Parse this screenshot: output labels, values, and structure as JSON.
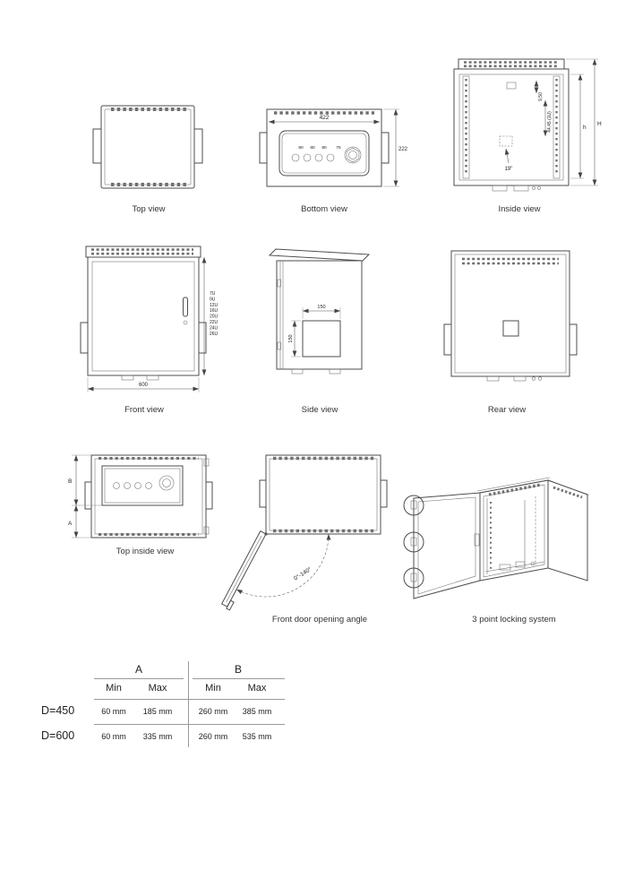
{
  "views": {
    "top": {
      "caption": "Top view"
    },
    "bottom": {
      "caption": "Bottom view",
      "width": "422",
      "height": "222",
      "spacings": [
        "80",
        "80",
        "80",
        "75"
      ]
    },
    "inside": {
      "caption": "Inside view",
      "dim_rail": "9,50",
      "dim_unit": "44,45 (1U)",
      "dim_rack": "19\"",
      "dim_inner_height": "h",
      "dim_outer_height": "H"
    },
    "front": {
      "caption": "Front view",
      "width": "600",
      "rack_units": [
        "7U",
        "9U",
        "12U",
        "16U",
        "20U",
        "22U",
        "24U",
        "26U"
      ]
    },
    "side": {
      "caption": "Side view",
      "cutout_width": "150",
      "cutout_height": "150"
    },
    "rear": {
      "caption": "Rear view"
    },
    "top_inside": {
      "caption": "Top inside view",
      "dim_a": "A",
      "dim_b": "B"
    },
    "door_angle": {
      "caption": "Front door opening angle",
      "angle": "0°-140°"
    },
    "locking": {
      "caption": "3 point locking system"
    }
  },
  "table": {
    "group_a": "A",
    "group_b": "B",
    "min_label": "Min",
    "max_label": "Max",
    "rows": [
      {
        "label": "D=450",
        "a_min": "60 mm",
        "a_max": "185 mm",
        "b_min": "260 mm",
        "b_max": "385 mm"
      },
      {
        "label": "D=600",
        "a_min": "60 mm",
        "a_max": "335 mm",
        "b_min": "260 mm",
        "b_max": "535 mm"
      }
    ]
  }
}
